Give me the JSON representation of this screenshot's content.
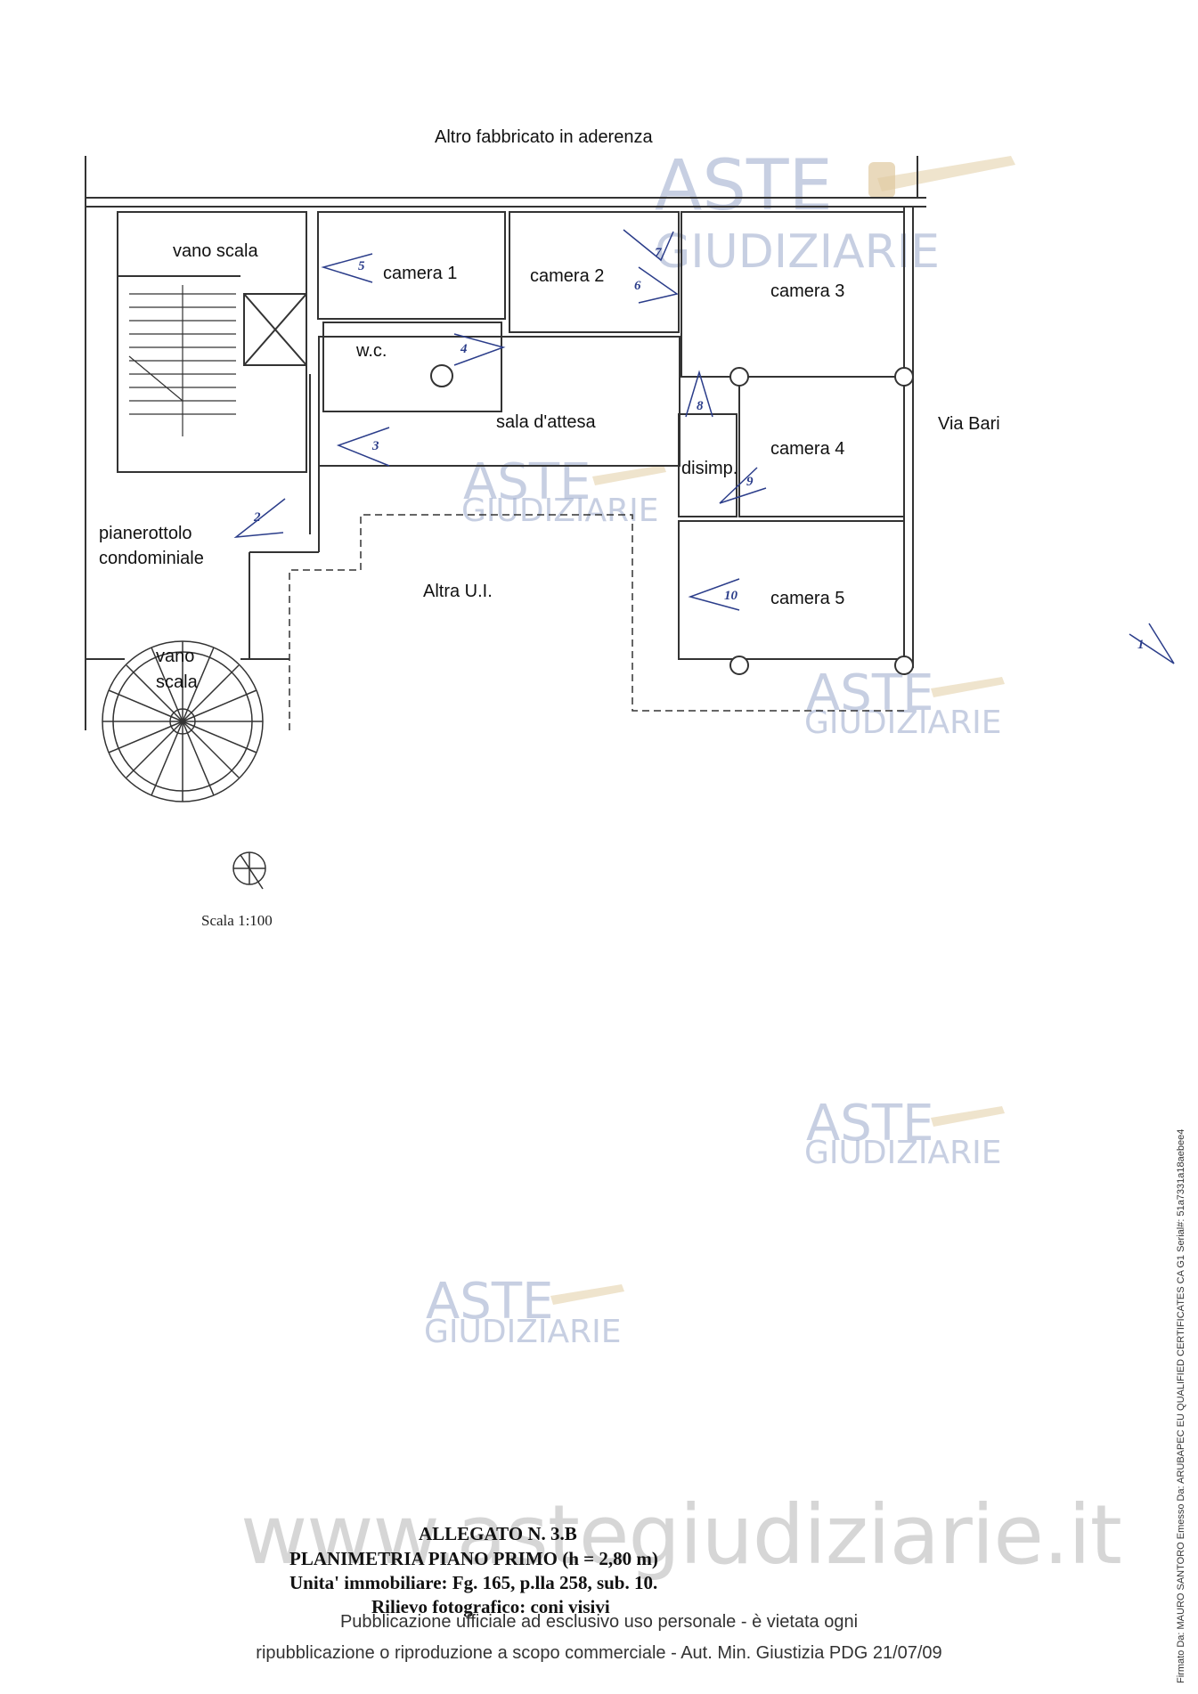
{
  "labels": {
    "top": "Altro fabbricato in aderenza",
    "right": "Via Bari",
    "vano_scala_top": "vano scala",
    "camera1": "camera 1",
    "camera2": "camera 2",
    "camera3": "camera 3",
    "camera4": "camera 4",
    "camera5": "camera 5",
    "wc": "w.c.",
    "sala": "sala d'attesa",
    "disimp": "disimp.",
    "pianerottolo_1": "pianerottolo",
    "pianerottolo_2": "condominiale",
    "altra_ui": "Altra U.I.",
    "vano_scala_bottom_1": "vano",
    "vano_scala_bottom_2": "scala"
  },
  "cones": [
    "1",
    "2",
    "3",
    "4",
    "5",
    "6",
    "7",
    "8",
    "9",
    "10"
  ],
  "scale": "Scala 1:100",
  "title": {
    "line1": "ALLEGATO N. 3.B",
    "line2": "PLANIMETRIA PIANO  PRIMO (h = 2,80 m)",
    "line3": "Unita' immobiliare: Fg. 165, p.lla 258,  sub. 10.",
    "line4": "Rilievo fotografico: coni visivi"
  },
  "notice": {
    "line1": "Pubblicazione ufficiale ad esclusivo uso personale - è vietata ogni",
    "line2": "ripubblicazione o riproduzione a scopo commerciale - Aut. Min. Giustizia PDG 21/07/09"
  },
  "watermark": {
    "brand_top": "ASTE",
    "brand_bottom": "GIUDIZIARIE",
    "site": "www.astegiudiziarie.it"
  },
  "signature": "Firmato Da: MAURO SANTORO Emesso Da: ARUBAPEC EU QUALIFIED CERTIFICATES CA G1 Serial#: 51a7331a18aebee4",
  "colors": {
    "walls": "#333333",
    "cones": "#2b3d8a",
    "watermark": "#9aa9cc"
  }
}
